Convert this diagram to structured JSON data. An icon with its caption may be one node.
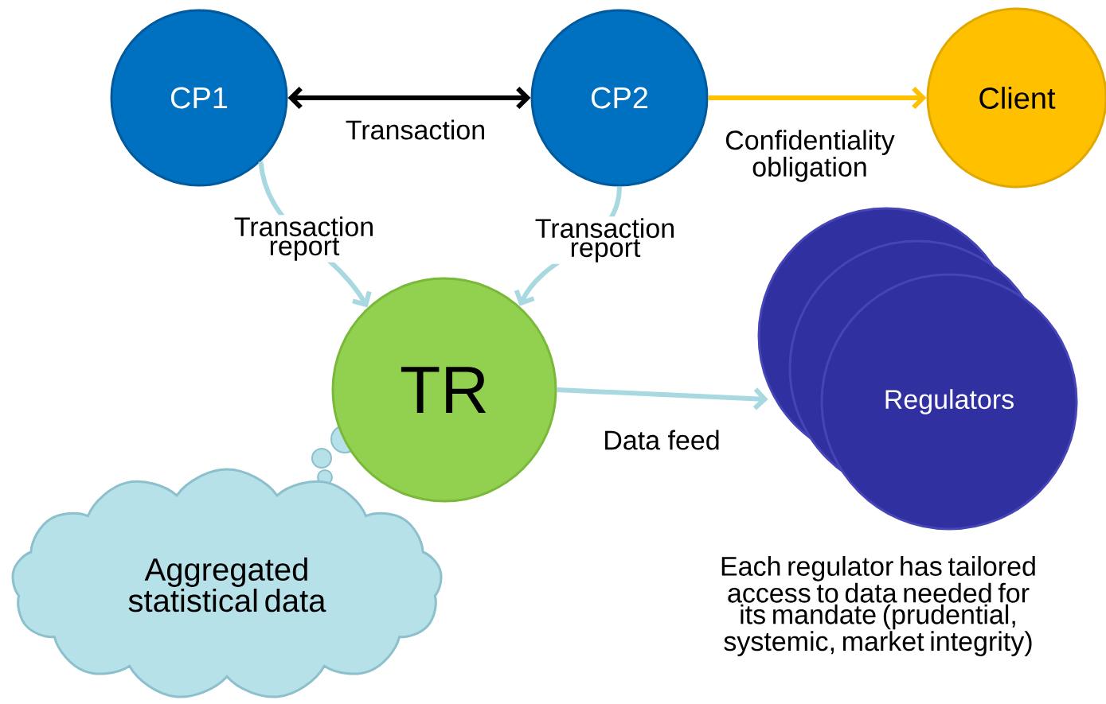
{
  "diagram": {
    "nodes": [
      {
        "text": [
          "CP1"
        ]
      },
      {
        "text": [
          "CP2"
        ]
      },
      {
        "text": [
          "Client"
        ]
      },
      {
        "text": [
          "TR"
        ]
      },
      {
        "text": [
          "Regulators"
        ],
        "beside": [
          "Each regulator has tailored access  to data needed for its mandate (prudential, systemic, market integrity)"
        ]
      },
      {
        "text": [
          "Aggregated statistical data"
        ]
      }
    ],
    "edges": [
      {
        "from": 0,
        "to": 1,
        "arrow": "both",
        "label": "Transaction",
        "color": "#000000"
      },
      {
        "from": 1,
        "to": 2,
        "arrow": "to",
        "label": "Confidentiality obligation",
        "color": "#ffc000"
      },
      {
        "from": 0,
        "to": 3,
        "arrow": "to",
        "label": "Transaction report"
      },
      {
        "from": 1,
        "to": 3,
        "arrow": "to",
        "label": "Transaction report"
      },
      {
        "from": 3,
        "to": 4,
        "arrow": "to",
        "label": "Data feed"
      }
    ]
  }
}
